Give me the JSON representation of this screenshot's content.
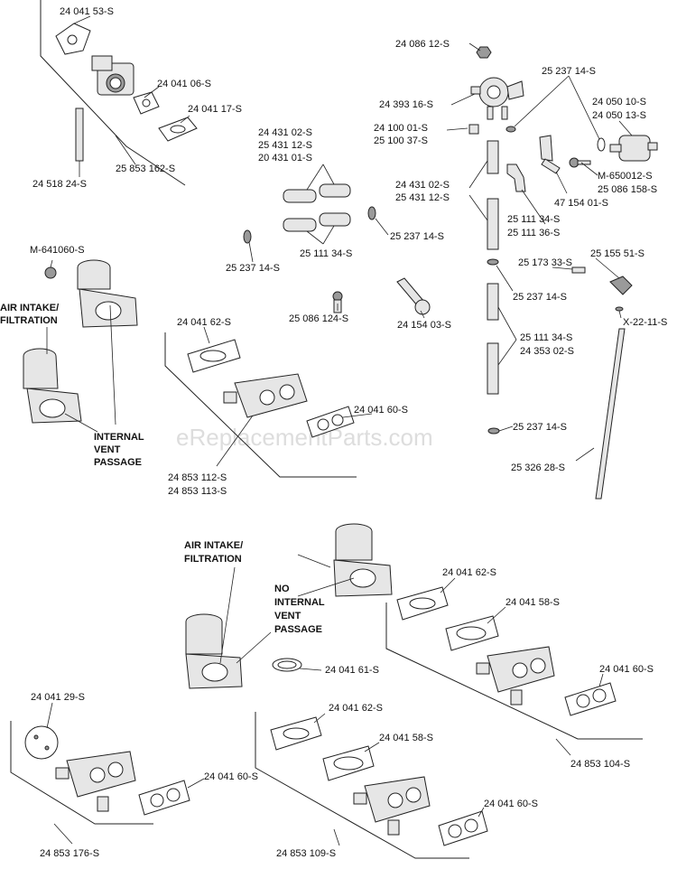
{
  "watermark": "eReplacementParts.com",
  "notes": {
    "air_intake_1_line1": "AIR INTAKE/",
    "air_intake_1_line2": "FILTRATION",
    "internal_vent_line1": "INTERNAL",
    "internal_vent_line2": "VENT",
    "internal_vent_line3": "PASSAGE",
    "air_intake_2_line1": "AIR INTAKE/",
    "air_intake_2_line2": "FILTRATION",
    "no_vent_line1": "NO",
    "no_vent_line2": "INTERNAL",
    "no_vent_line3": "VENT",
    "no_vent_line4": "PASSAGE"
  },
  "labels": {
    "p2404153": "24 041 53-S",
    "p2404106": "24 041 06-S",
    "p2404117": "24 041 17-S",
    "p2451824": "24 518 24-S",
    "p25853162": "25 853 162-S",
    "p2408612": "24 086 12-S",
    "p2523714a": "25 237 14-S",
    "p2439316": "24 393 16-S",
    "p2405010": "24 050 10-S",
    "p2405013": "24 050 13-S",
    "p2410001": "24 100 01-S",
    "p2510037": "25 100 37-S",
    "p2443102a": "24 431 02-S",
    "p2543112a": "25 431 12-S",
    "p2043101": "20 431 01-S",
    "p2443102b": "24 431 02-S",
    "p2543112b": "25 431 12-S",
    "pM650012": "M-650012-S",
    "p25086158": "25 086 158-S",
    "p4715401": "47 154 01-S",
    "p2511134a": "25 111 34-S",
    "p2511136": "25 111 36-S",
    "p2523714b": "25 237 14-S",
    "p2511134b": "25 111 34-S",
    "pM641060": "M-641060-S",
    "p2523714c": "25 237 14-S",
    "p2515551": "25 155 51-S",
    "p2517333": "25 173 33-S",
    "p2523714d": "25 237 14-S",
    "p25086124": "25 086 124-S",
    "p2415403": "24 154 03-S",
    "pX2211": "X-22-11-S",
    "p2404162a": "24 041 62-S",
    "p2511134c": "25 111 34-S",
    "p2435302": "24 353 02-S",
    "p2404160a": "24 041 60-S",
    "p2523714e": "25 237 14-S",
    "p2532628": "25 326 28-S",
    "p24853112": "24 853 112-S",
    "p24853113": "24 853 113-S",
    "p2404162b": "24 041 62-S",
    "p2404158a": "24 041 58-S",
    "p2404161": "24 041 61-S",
    "p2404160b": "24 041 60-S",
    "p24853104": "24 853 104-S",
    "p2404129": "24 041 29-S",
    "p2404162c": "24 041 62-S",
    "p2404158b": "24 041 58-S",
    "p2404160c": "24 041 60-S",
    "p2404160d": "24 041 60-S",
    "p24853176": "24 853 176-S",
    "p24853109": "24 853 109-S"
  }
}
